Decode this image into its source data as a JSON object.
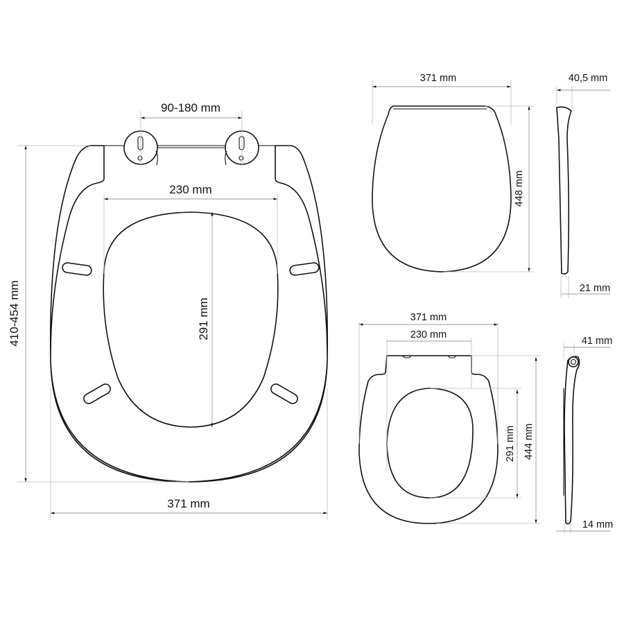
{
  "main_view": {
    "hinge_spacing": "90-180 mm",
    "opening_width": "230 mm",
    "opening_length": "291 mm",
    "seat_length": "410-454 mm",
    "seat_width": "371 mm"
  },
  "lid_view": {
    "width": "371 mm",
    "length": "448 mm"
  },
  "lid_profile": {
    "top_thickness": "40,5 mm",
    "bottom_thickness": "21 mm"
  },
  "seat_view": {
    "width": "371 mm",
    "hinge_plate_width": "230 mm",
    "opening_length": "291 mm",
    "length": "444 mm"
  },
  "seat_profile": {
    "top_thickness": "41 mm",
    "bottom_thickness": "14 mm"
  },
  "colors": {
    "line": "#111111",
    "dimension": "#999999",
    "background": "#ffffff"
  }
}
